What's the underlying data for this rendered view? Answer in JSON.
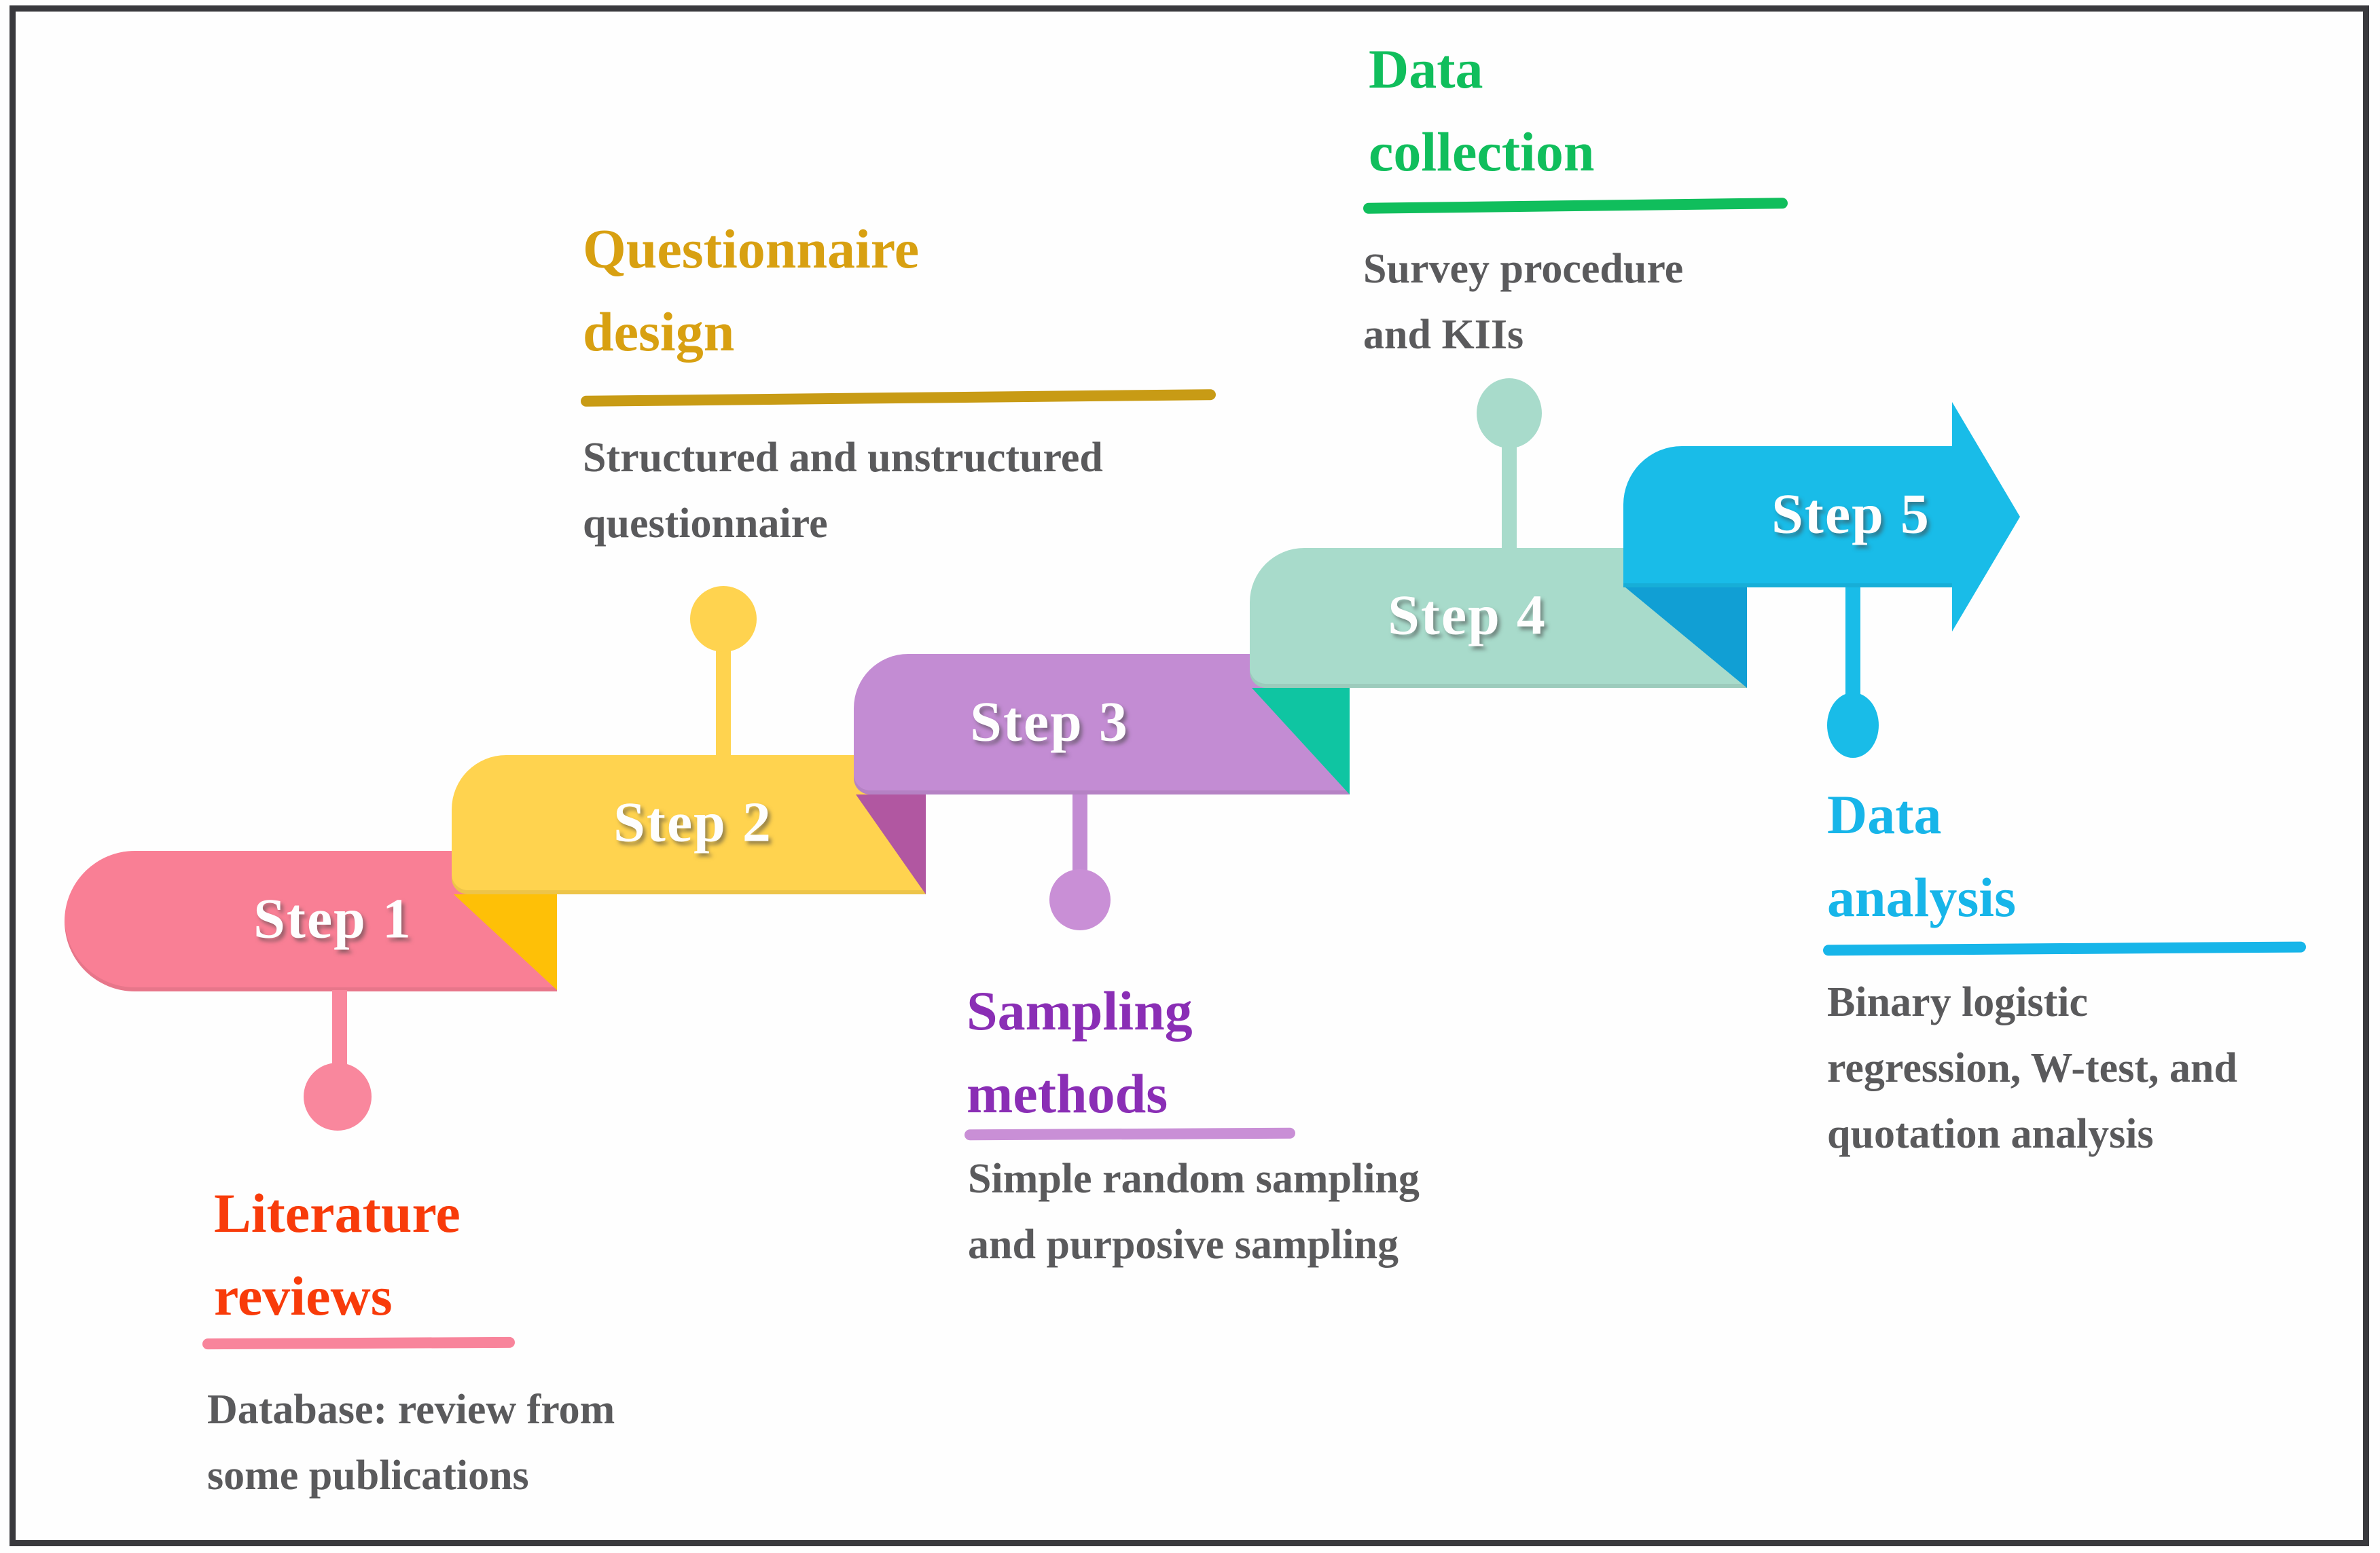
{
  "figure": {
    "type": "process-staircase-diagram",
    "background_color": "#FFFFFF",
    "frame_border_color": "#39393D",
    "step_label_text_color": "#FFFFFF",
    "description_text_color": "#5A5A5C"
  },
  "steps": [
    {
      "label": "Step 1",
      "band_color": "#F97F95",
      "connector_color": "#F9879D",
      "heading": "Literature\nreviews",
      "heading_color": "#F83B0A",
      "underline_color": "#F8849B",
      "description": "Database: review from\nsome publications",
      "callout_position": "below"
    },
    {
      "label": "Step 2",
      "band_color": "#FFD34F",
      "fold_color": "#FEC007",
      "connector_color": "#FFD34F",
      "heading": "Questionnaire\ndesign",
      "heading_color": "#D8A011",
      "underline_color": "#C89B15",
      "description": "Structured and unstructured\nquestionnaire",
      "callout_position": "above"
    },
    {
      "label": "Step 3",
      "band_color": "#C38CD3",
      "fold_color": "#B157A1",
      "connector_color": "#C98FD6",
      "heading": "Sampling\nmethods",
      "heading_color": "#8A2EB5",
      "underline_color": "#C98FD6",
      "description": "Simple random sampling\nand purposive sampling",
      "callout_position": "below"
    },
    {
      "label": "Step 4",
      "band_color": "#A8DBCB",
      "fold_color": "#0FC5A2",
      "connector_color": "#A8DBCB",
      "heading": "Data\ncollection",
      "heading_color": "#10BE5C",
      "underline_color": "#10BE5C",
      "description": "Survey procedure\nand KIIs",
      "callout_position": "above"
    },
    {
      "label": "Step 5",
      "band_color": "#19BCE8",
      "fold_color": "#119FD4",
      "connector_color": "#19BCE8",
      "arrowhead": true,
      "heading": "Data\nanalysis",
      "heading_color": "#17B5E9",
      "underline_color": "#17B5E9",
      "description": "Binary logistic\nregression, W-test, and\nquotation analysis",
      "callout_position": "below"
    }
  ]
}
